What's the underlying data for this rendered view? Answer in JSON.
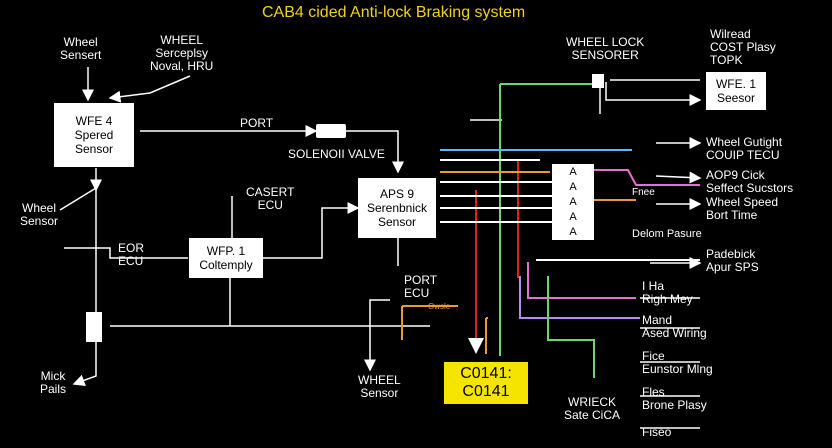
{
  "title": "CAB4 cided Anti-lock Braking system",
  "colors": {
    "title": "#f2d21a",
    "code_bg": "#f5e400",
    "wire_red": "#e02020",
    "wire_green": "#6ed46e",
    "wire_blue": "#58b8f0",
    "wire_orange": "#e89a38",
    "wire_pink": "#e36fd0",
    "wire_purple": "#b58cf0"
  },
  "labels": {
    "wheel_sensert": "Wheel\nSensert",
    "wheel_serceplsy": "WHEEL\nSerceplsy\nNoval, HRU",
    "port": "PORT",
    "solenoid_valve": "SOLENOII VALVE",
    "casert_ecu": "CASERT\nECU",
    "wheel_sensor_left": "Wheel\nSensor",
    "eor_ecu": "EOR\nECU",
    "mick_pails": "Mick\nPails",
    "port_ecu": "PORT\nECU",
    "wheel_sensor_bottom": "WHEEL\nSensor",
    "wheel_lock_sensorer": "WHEEL LOCK\nSENSORER",
    "wilread": "Wilread\nCOST Plasy\nTOPK",
    "wheel_gutight": "Wheel Gutight\nCOUIP TECU",
    "aop_cick": "AOP9 Cick\nSeffect Sucstors",
    "wheel_speed_bort": "Wheel Speed\nBort Time",
    "fnee": "Fnee",
    "delom_pasure": "Delom Pasure",
    "padebick": "Padebick\nApur SPS",
    "righ_mey": "I Ha\nRigh Mey",
    "mand_wiring": "Mand\nAsed Wiring",
    "fice_mlng": "Fice\nEunstor Mlng",
    "fles_plasy": "Fles\nBrone Plasy",
    "fiseo": "Fiseo",
    "wrileck": "WRIECK\nSate CiCA",
    "owsle": "Owsle"
  },
  "boxes": {
    "wfe_speed_sensor": "WFE 4\nSpered\nSensor",
    "wfe_coltemply": "WFP. 1\nColtemply",
    "aps_solenoid": "APS 9\nSerenbnick\nSensor",
    "wfe_seesor": "WFE. 1\nSeesor",
    "a_column": "A\nA\nA\nA\nA"
  },
  "code": "C0141:\nC0141"
}
